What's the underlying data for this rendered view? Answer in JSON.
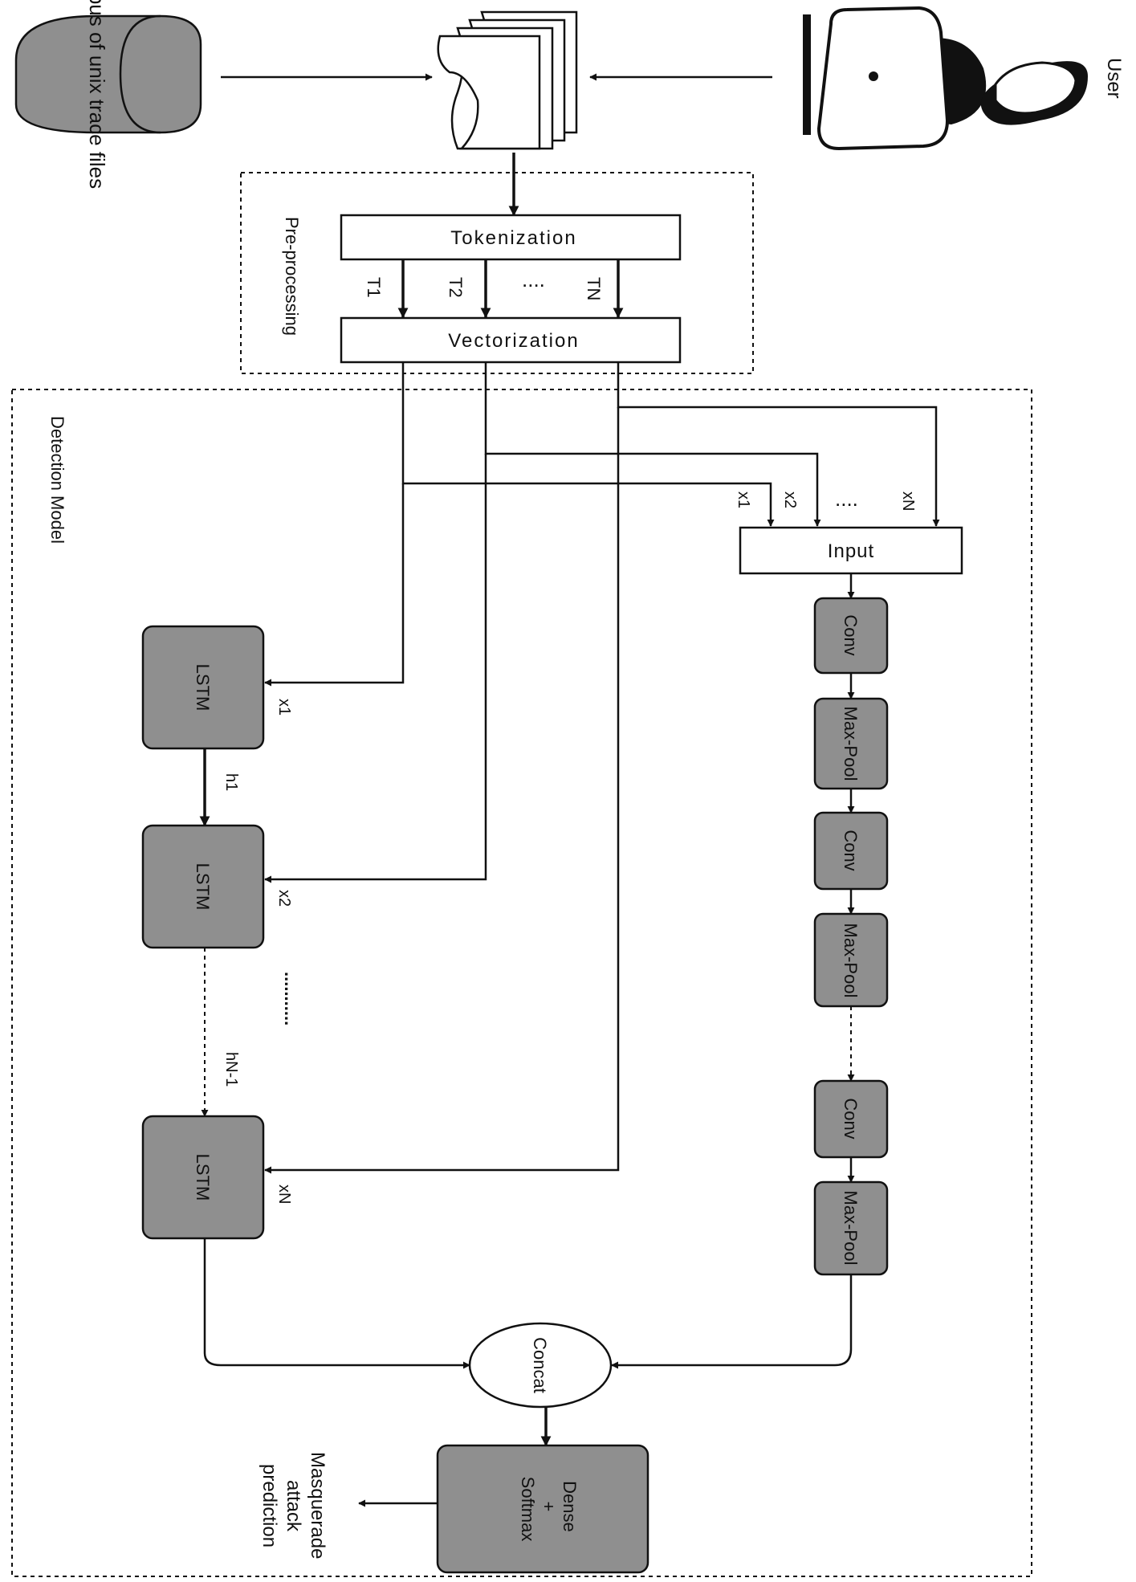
{
  "nodes": {
    "corpus": "Corpus of unix trace files",
    "user": "User",
    "preprocessing": "Pre-processing",
    "tokenization": "Tokenization",
    "vectorization": "Vectorization",
    "detection_model": "Detection Model",
    "input": "Input",
    "conv": "Conv",
    "maxpool": "Max-Pool",
    "lstm": "LSTM",
    "concat": "Concat",
    "dense": "Dense",
    "plus": "+",
    "softmax": "Softmax",
    "prediction": "Masquerade attack prediction"
  },
  "labels": {
    "t1": "T1",
    "t2": "T2",
    "tn": "TN",
    "x1": "x1",
    "x2": "x2",
    "xn": "xN",
    "h1": "h1",
    "hn1": "hN-1",
    "ellipsis": "....",
    "dots": "..........."
  }
}
